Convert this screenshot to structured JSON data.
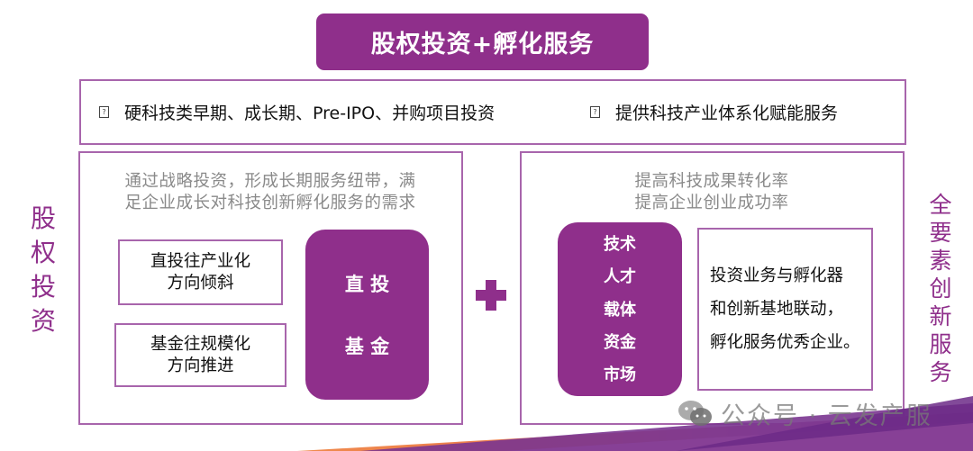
{
  "title": "股权投资+孵化服务",
  "top_band": {
    "items": [
      {
        "bullet": "?",
        "text": "硬科技类早期、成长期、Pre-IPO、并购项目投资"
      },
      {
        "bullet": "?",
        "text": "提供科技产业体系化赋能服务"
      }
    ]
  },
  "left_panel": {
    "side_label": [
      "股",
      "权",
      "投",
      "资"
    ],
    "description": [
      "通过战略投资，形成长期服务纽带，满",
      "足企业成长对科技创新孵化服务的需求"
    ],
    "boxes": [
      {
        "lines": [
          "直投往产业化",
          "方向倾斜"
        ]
      },
      {
        "lines": [
          "基金往规模化",
          "方向推进"
        ]
      }
    ],
    "pill": {
      "items": [
        "直 投",
        "基 金"
      ]
    }
  },
  "plus_sign": "+",
  "right_panel": {
    "side_label": [
      "全",
      "要",
      "素",
      "创",
      "新",
      "服",
      "务"
    ],
    "description": [
      "提高科技成果转化率",
      "提高企业创业成功率"
    ],
    "pill": {
      "items": [
        "技术",
        "人才",
        "载体",
        "资金",
        "市场"
      ]
    },
    "box": {
      "lines": [
        "投资业务与孵化器",
        "和创新基地联动，",
        "孵化服务优秀企业。"
      ]
    }
  },
  "watermark": {
    "icon": "wechat-icon",
    "text": "公众号 · 云发产服"
  },
  "colors": {
    "brand_purple": "#8f2f8b",
    "border_purple": "#a865ac",
    "gray_text": "#8a8a8a",
    "accent_orange": "#e9774f"
  }
}
